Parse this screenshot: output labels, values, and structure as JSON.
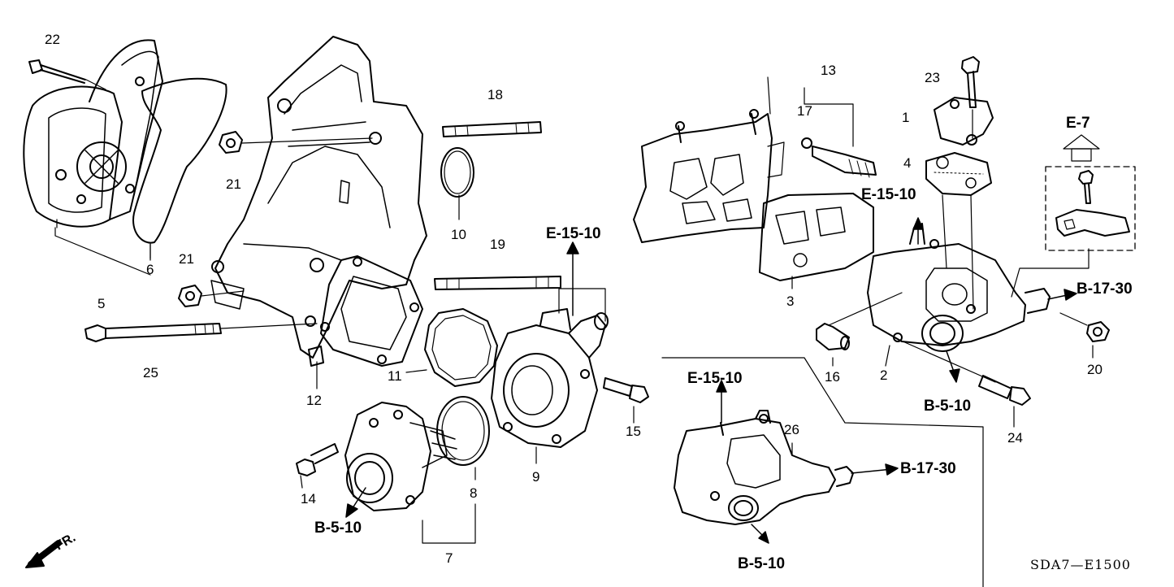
{
  "labels": {
    "p1": "1",
    "p2": "2",
    "p3": "3",
    "p4": "4",
    "p5": "5",
    "p6": "6",
    "p7": "7",
    "p8": "8",
    "p9": "9",
    "p10": "10",
    "p11": "11",
    "p12": "12",
    "p13": "13",
    "p14": "14",
    "p15": "15",
    "p16": "16",
    "p17": "17",
    "p18": "18",
    "p19": "19",
    "p20": "20",
    "p21a": "21",
    "p21b": "21",
    "p22": "22",
    "p23": "23",
    "p24": "24",
    "p25": "25",
    "p26": "26"
  },
  "refs": {
    "e15_a": "E-15-10",
    "e15_b": "E-15-10",
    "e15_c": "E-15-10",
    "b17_a": "B-17-30",
    "b17_b": "B-17-30",
    "b5_a": "B-5-10",
    "b5_b": "B-5-10",
    "b5_c": "B-5-10",
    "e7": "E-7"
  },
  "direction": "FR.",
  "diagram_code": "SDA7—E1500"
}
